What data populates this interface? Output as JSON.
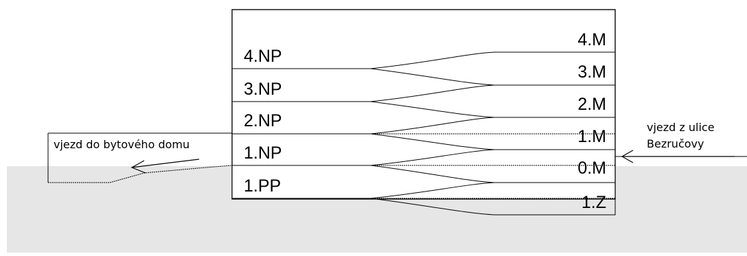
{
  "left_floors": [
    "4.NP",
    "3.NP",
    "2.NP",
    "1.NP",
    "1.PP"
  ],
  "right_levels": [
    "4.M",
    "3.M",
    "2.M",
    "1.M",
    "0.M",
    "1.Z"
  ],
  "left_entry_label": "vjezd do bytového domu",
  "right_entry_label_line1": "vjezd z ulice",
  "right_entry_label_line2": "Bezručovy",
  "colors": {
    "ground": "#e6e6e6",
    "lines": "#000000",
    "background": "#ffffff"
  }
}
